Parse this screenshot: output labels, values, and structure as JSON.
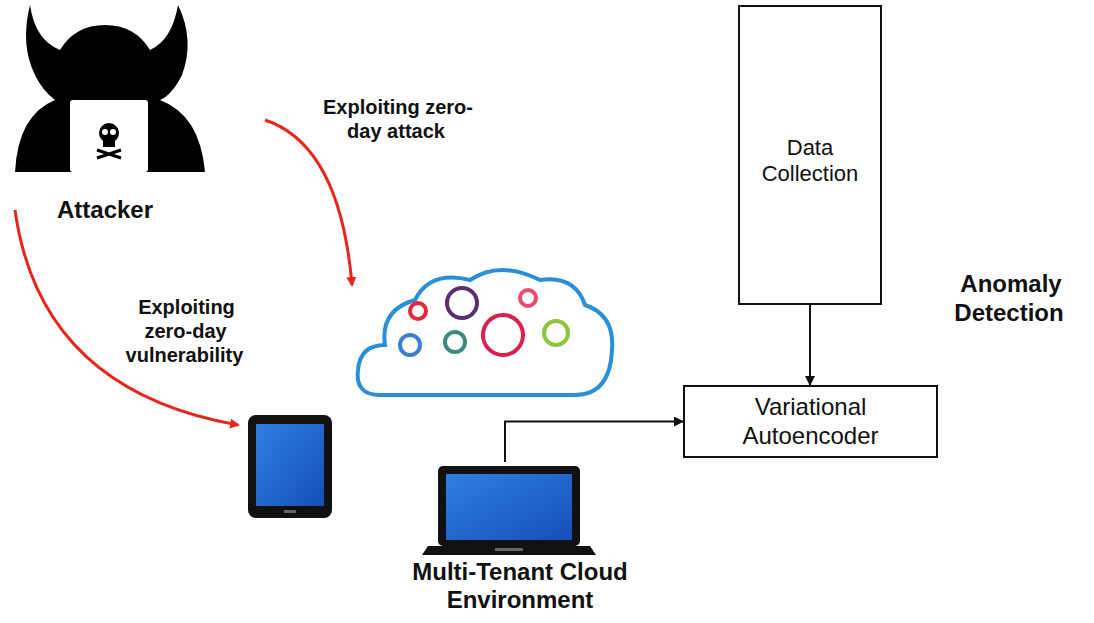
{
  "diagram": {
    "nodes": [
      {
        "text": [
          "Data Collection"
        ]
      },
      {
        "text": [
          "Variational Autoencoder"
        ]
      },
      {
        "text": [
          "Multi-Tenant Cloud Environment"
        ]
      }
    ],
    "edges": [
      {
        "from": 0,
        "to": 1,
        "arrow": "to"
      },
      {
        "from": 2,
        "to": 1,
        "arrow": "to"
      }
    ],
    "labels": [
      "Attacker",
      "Exploiting zero-day attack",
      "Exploiting zero-day vulnerability",
      "Anomaly Detection"
    ]
  }
}
